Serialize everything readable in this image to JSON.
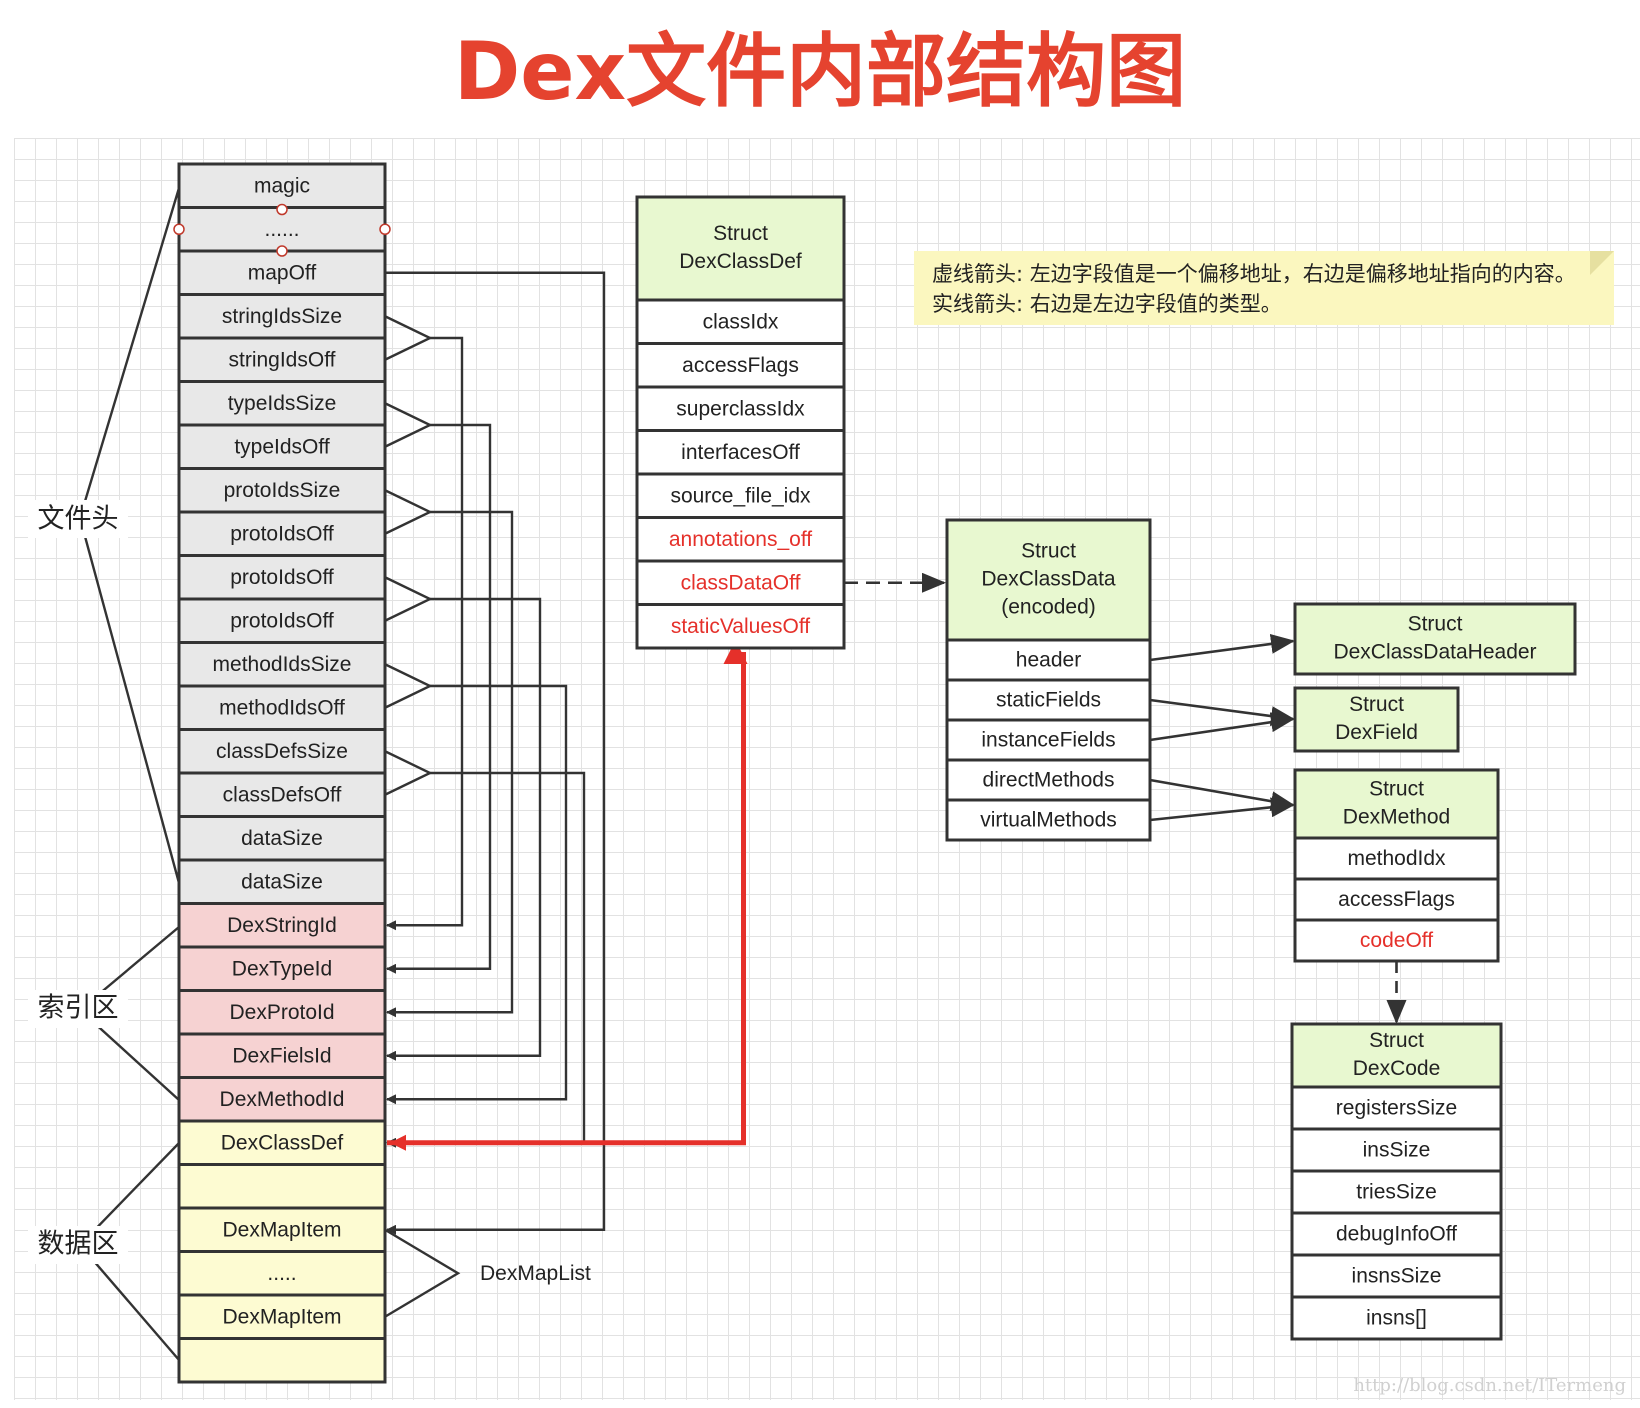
{
  "title": "Dex文件内部结构图",
  "sections": {
    "header": "文件头",
    "index": "索引区",
    "data": "数据区"
  },
  "left_column": [
    {
      "label": "magic",
      "fill": "#e8e8e8",
      "color": "#222222"
    },
    {
      "label": "......",
      "fill": "#e8e8e8",
      "color": "#222222"
    },
    {
      "label": "mapOff",
      "fill": "#e8e8e8",
      "color": "#222222"
    },
    {
      "label": "stringIdsSize",
      "fill": "#e8e8e8",
      "color": "#222222"
    },
    {
      "label": "stringIdsOff",
      "fill": "#e8e8e8",
      "color": "#222222"
    },
    {
      "label": "typeIdsSize",
      "fill": "#e8e8e8",
      "color": "#222222"
    },
    {
      "label": "typeIdsOff",
      "fill": "#e8e8e8",
      "color": "#222222"
    },
    {
      "label": "protoIdsSize",
      "fill": "#e8e8e8",
      "color": "#222222"
    },
    {
      "label": "protoIdsOff",
      "fill": "#e8e8e8",
      "color": "#222222"
    },
    {
      "label": "protoIdsOff",
      "fill": "#e8e8e8",
      "color": "#222222"
    },
    {
      "label": "protoIdsOff",
      "fill": "#e8e8e8",
      "color": "#222222"
    },
    {
      "label": "methodIdsSize",
      "fill": "#e8e8e8",
      "color": "#222222"
    },
    {
      "label": "methodIdsOff",
      "fill": "#e8e8e8",
      "color": "#222222"
    },
    {
      "label": "classDefsSize",
      "fill": "#e8e8e8",
      "color": "#222222"
    },
    {
      "label": "classDefsOff",
      "fill": "#e8e8e8",
      "color": "#222222"
    },
    {
      "label": "dataSize",
      "fill": "#e8e8e8",
      "color": "#222222"
    },
    {
      "label": "dataSize",
      "fill": "#e8e8e8",
      "color": "#222222"
    },
    {
      "label": "DexStringId",
      "fill": "#f6d2d2",
      "color": "#222222"
    },
    {
      "label": "DexTypeId",
      "fill": "#f6d2d2",
      "color": "#222222"
    },
    {
      "label": "DexProtoId",
      "fill": "#f6d2d2",
      "color": "#222222"
    },
    {
      "label": "DexFielsId",
      "fill": "#f6d2d2",
      "color": "#222222"
    },
    {
      "label": "DexMethodId",
      "fill": "#f6d2d2",
      "color": "#222222"
    },
    {
      "label": "DexClassDef",
      "fill": "#fdfbd2",
      "color": "#222222"
    },
    {
      "label": "",
      "fill": "#fdfbd2",
      "color": "#222222"
    },
    {
      "label": "DexMapItem",
      "fill": "#fdfbd2",
      "color": "#222222"
    },
    {
      "label": ".....",
      "fill": "#fdfbd2",
      "color": "#222222"
    },
    {
      "label": "DexMapItem",
      "fill": "#fdfbd2",
      "color": "#222222"
    },
    {
      "label": "",
      "fill": "#fdfbd2",
      "color": "#222222"
    }
  ],
  "map_list_label": "DexMapList",
  "class_def": {
    "header": [
      "Struct",
      "DexClassDef"
    ],
    "fields": [
      {
        "label": "classIdx",
        "color": "#222222"
      },
      {
        "label": "accessFlags",
        "color": "#222222"
      },
      {
        "label": "superclassIdx",
        "color": "#222222"
      },
      {
        "label": "interfacesOff",
        "color": "#222222"
      },
      {
        "label": "source_file_idx",
        "color": "#222222"
      },
      {
        "label": "annotations_off",
        "color": "#e5302a"
      },
      {
        "label": "classDataOff",
        "color": "#e5302a"
      },
      {
        "label": "staticValuesOff",
        "color": "#e5302a"
      }
    ]
  },
  "class_data": {
    "header": [
      "Struct",
      "DexClassData",
      "(encoded)"
    ],
    "fields": [
      {
        "label": "header",
        "color": "#222222"
      },
      {
        "label": "staticFields",
        "color": "#222222"
      },
      {
        "label": "instanceFields",
        "color": "#222222"
      },
      {
        "label": "directMethods",
        "color": "#222222"
      },
      {
        "label": "virtualMethods",
        "color": "#222222"
      }
    ]
  },
  "class_data_header": {
    "header": [
      "Struct",
      "DexClassDataHeader"
    ]
  },
  "dex_field": {
    "header": [
      "Struct",
      "DexField"
    ]
  },
  "dex_method": {
    "header": [
      "Struct",
      "DexMethod"
    ],
    "fields": [
      {
        "label": "methodIdx",
        "color": "#222222"
      },
      {
        "label": "accessFlags",
        "color": "#222222"
      },
      {
        "label": "codeOff",
        "color": "#e5302a"
      }
    ]
  },
  "dex_code": {
    "header": [
      "Struct",
      "DexCode"
    ],
    "fields": [
      {
        "label": "registersSize",
        "color": "#222222"
      },
      {
        "label": "insSize",
        "color": "#222222"
      },
      {
        "label": "triesSize",
        "color": "#222222"
      },
      {
        "label": "debugInfoOff",
        "color": "#222222"
      },
      {
        "label": "insnsSize",
        "color": "#222222"
      },
      {
        "label": "insns[]",
        "color": "#222222"
      }
    ]
  },
  "note": {
    "line1": "虚线箭头: 左边字段值是一个偏移地址，右边是偏移地址指向的内容。",
    "line2": "实线箭头: 右边是左边字段值的类型。"
  },
  "watermark": "http://blog.csdn.net/ITermeng",
  "colors": {
    "title": "#e5432f",
    "header_green": "#e8f8d0",
    "red_arrow": "#e5302a",
    "line": "#333333"
  }
}
